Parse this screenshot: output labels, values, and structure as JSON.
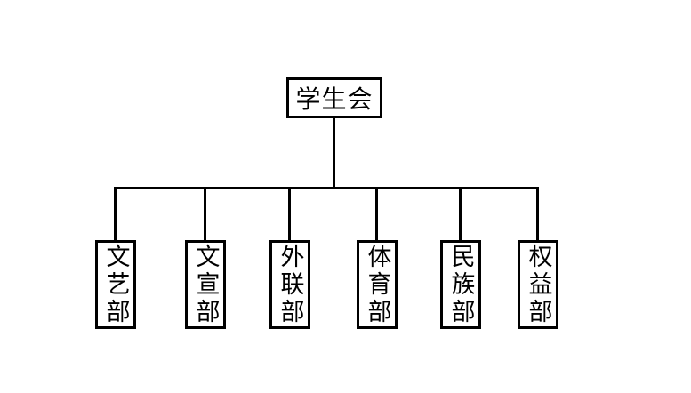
{
  "org_chart": {
    "root_label": "学生会",
    "departments": [
      {
        "label": "文艺部"
      },
      {
        "label": "文宣部"
      },
      {
        "label": "外联部"
      },
      {
        "label": "体育部"
      },
      {
        "label": "民族部"
      },
      {
        "label": "权益部"
      }
    ],
    "colors": {
      "line": "#000000",
      "text": "#000000",
      "background": "#ffffff"
    }
  }
}
